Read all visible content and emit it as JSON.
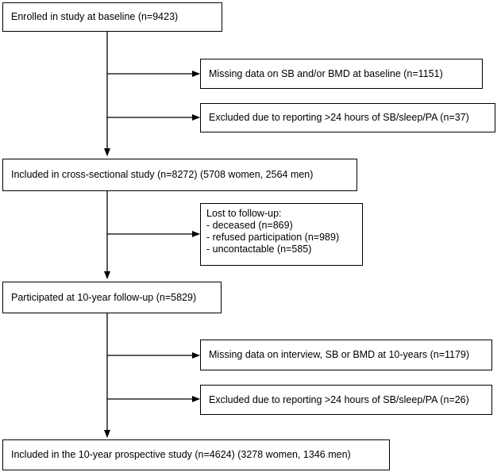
{
  "flowchart": {
    "enrolled": "Enrolled in study at baseline (n=9423)",
    "missing_baseline": "Missing data on SB and/or BMD at baseline (n=1151)",
    "excluded_baseline": "Excluded due to reporting >24 hours of SB/sleep/PA (n=37)",
    "cross_sectional": "Included in cross-sectional study (n=8272) (5708 women, 2564 men)",
    "lost_followup": {
      "title": "Lost to follow-up:",
      "items": [
        "- deceased (n=869)",
        "- refused participation (n=989)",
        "- uncontactable (n=585)"
      ]
    },
    "participated": "Participated at 10-year follow-up (n=5829)",
    "missing_10yr": "Missing data on interview, SB or BMD at 10-years (n=1179)",
    "excluded_10yr": "Excluded due to reporting >24 hours of SB/sleep/PA (n=26)",
    "prospective": "Included in the 10-year prospective study (n=4624) (3278 women, 1346 men)"
  },
  "colors": {
    "line": "#000000",
    "box_border": "#000000",
    "background": "#ffffff"
  }
}
